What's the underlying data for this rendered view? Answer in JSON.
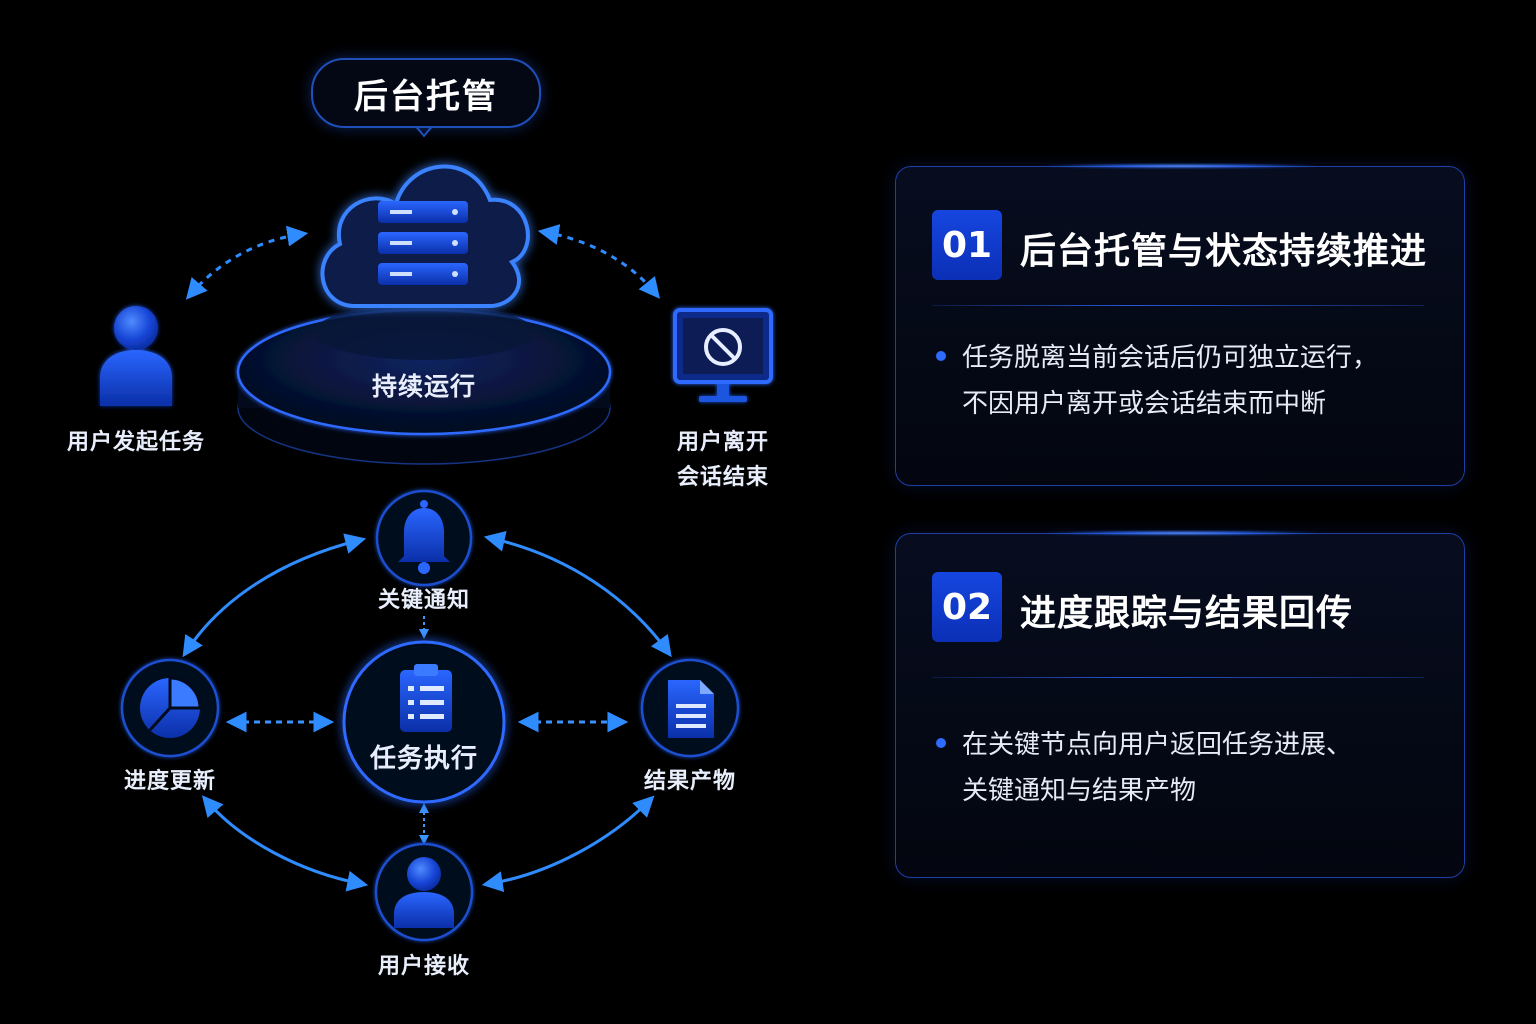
{
  "colors": {
    "background": "#000000",
    "accent": "#2f6bff",
    "glow": "#3b82ff",
    "card_border": "#1d3fa6"
  },
  "diagram": {
    "top_bubble": "后台托管",
    "platform_label": "持续运行",
    "left_user_label": "用户发起任务",
    "right_monitor_label_line1": "用户离开",
    "right_monitor_label_line2": "会话结束",
    "cycle": {
      "top": "关键通知",
      "center": "任务执行",
      "left": "进度更新",
      "right": "结果产物",
      "bottom": "用户接收"
    },
    "icons": [
      "cloud-server-icon",
      "user-icon",
      "monitor-blocked-icon",
      "bell-icon",
      "clipboard-list-icon",
      "pie-chart-icon",
      "document-icon"
    ]
  },
  "cards": [
    {
      "number": "01",
      "title": "后台托管与状态持续推进",
      "lines": [
        "任务脱离当前会话后仍可独立运行，",
        "不因用户离开或会话结束而中断"
      ]
    },
    {
      "number": "02",
      "title": "进度跟踪与结果回传",
      "lines": [
        "在关键节点向用户返回任务进展、",
        "关键通知与结果产物"
      ]
    }
  ]
}
